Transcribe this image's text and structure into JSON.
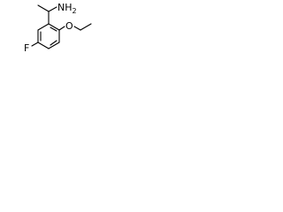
{
  "molecule": {
    "atoms": {
      "amine": "NH",
      "amine_h_count": "2",
      "fluorine": "F",
      "oxygen": "O"
    },
    "colors": {
      "bond": "#000000",
      "label": "#000000",
      "background": "#ffffff"
    }
  }
}
